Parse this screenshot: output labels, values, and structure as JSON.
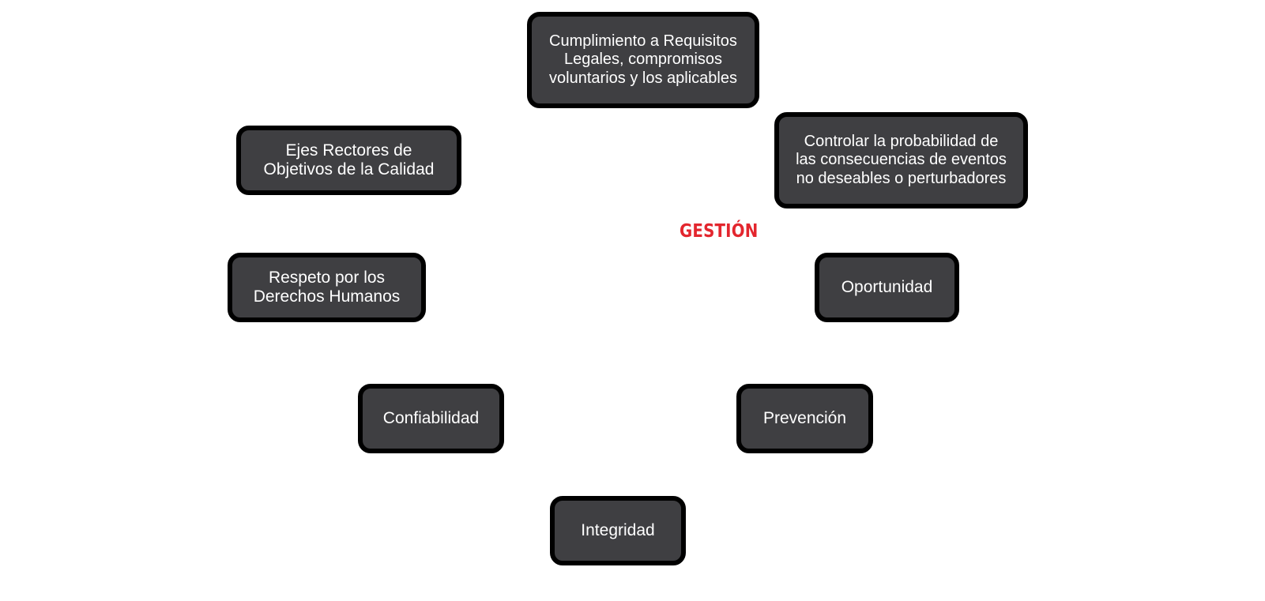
{
  "diagram": {
    "center_label": "GESTIÓN",
    "center_color": "#e3262e",
    "node_fill": "#3f3f42",
    "node_border": "#000000",
    "node_text_color": "#ffffff",
    "nodes": {
      "cumplimiento": "Cumplimiento a Requisitos Legales, compromisos voluntarios y los aplicables",
      "controlar": "Controlar la probabilidad de las consecuencias de eventos no deseables o perturbadores",
      "ejes": "Ejes Rectores de Objetivos de la Calidad",
      "oportunidad": "Oportunidad",
      "respeto": "Respeto por los Derechos Humanos",
      "confiabilidad": "Confiabilidad",
      "prevencion": "Prevención",
      "integridad": "Integridad"
    }
  }
}
